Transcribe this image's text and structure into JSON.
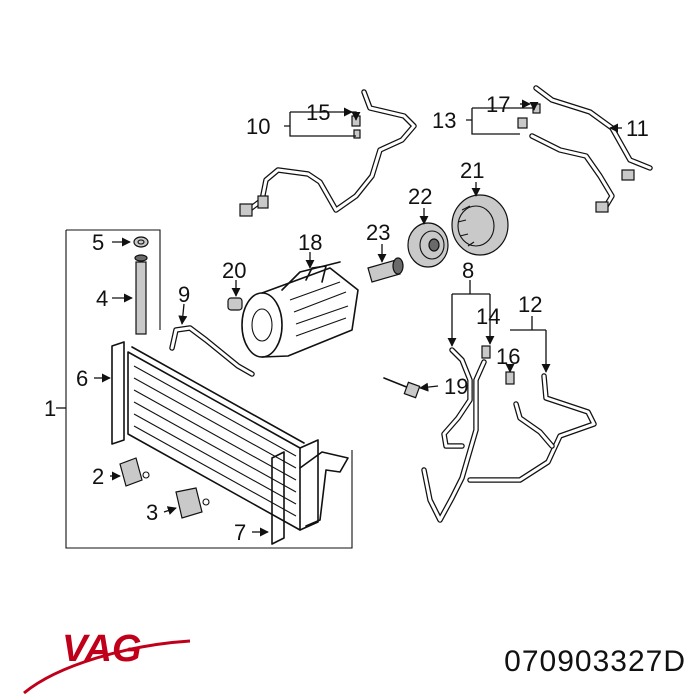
{
  "brand": {
    "name": "VAG",
    "logo": "vag-logo",
    "brand_color": "#c0001a"
  },
  "part_number": "070903327D",
  "callouts": {
    "c1": "1",
    "c2": "2",
    "c3": "3",
    "c4": "4",
    "c5": "5",
    "c6": "6",
    "c7": "7",
    "c8": "8",
    "c9": "9",
    "c10": "10",
    "c11": "11",
    "c12": "12",
    "c13": "13",
    "c14": "14",
    "c15": "15",
    "c16": "16",
    "c17": "17",
    "c18": "18",
    "c19": "19",
    "c20": "20",
    "c21": "21",
    "c22": "22",
    "c23": "23"
  }
}
